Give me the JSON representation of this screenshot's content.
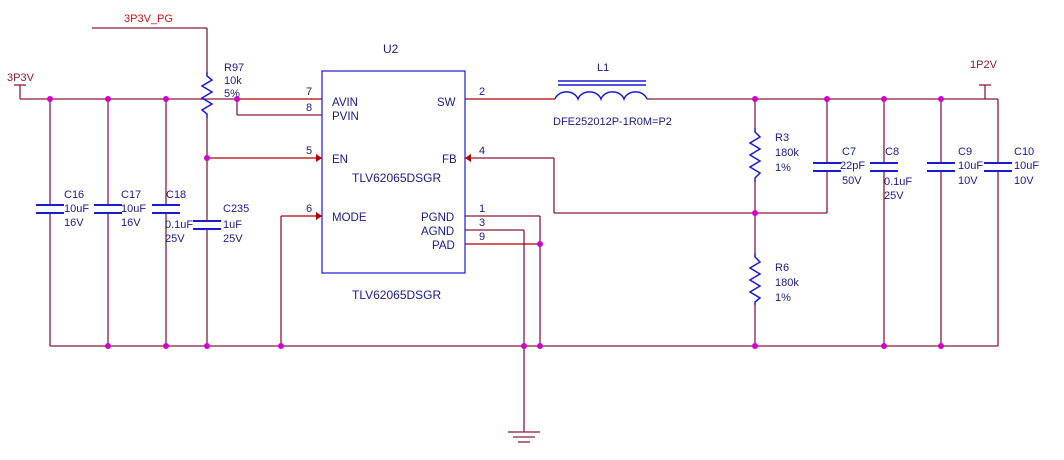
{
  "nets": {
    "input": "3P3V",
    "output": "1P2V",
    "power_good": "3P3V_PG"
  },
  "u2": {
    "ref": "U2",
    "part": "TLV62065DSGR",
    "part_below": "TLV62065DSGR",
    "pins": [
      {
        "name": "AVIN",
        "num": "7"
      },
      {
        "name": "PVIN",
        "num": "8"
      },
      {
        "name": "EN",
        "num": "5"
      },
      {
        "name": "MODE",
        "num": "6"
      },
      {
        "name": "SW",
        "num": "2"
      },
      {
        "name": "FB",
        "num": "4"
      },
      {
        "name": "PGND",
        "num": "1"
      },
      {
        "name": "AGND",
        "num": "3"
      },
      {
        "name": "PAD",
        "num": "9"
      }
    ]
  },
  "r97": {
    "ref": "R97",
    "value": "10k",
    "tol": "5%"
  },
  "l1": {
    "ref": "L1",
    "value": "DFE252012P-1R0M=P2"
  },
  "r3": {
    "ref": "R3",
    "value": "180k",
    "tol": "1%"
  },
  "r6": {
    "ref": "R6",
    "value": "180k",
    "tol": "1%"
  },
  "caps": [
    {
      "ref": "C16",
      "value": "10uF",
      "volt": "16V"
    },
    {
      "ref": "C17",
      "value": "10uF",
      "volt": "16V"
    },
    {
      "ref": "C18",
      "value": "0.1uF",
      "volt": "25V"
    },
    {
      "ref": "C235",
      "value": "1uF",
      "volt": "25V"
    },
    {
      "ref": "C7",
      "value": "22pF",
      "volt": "50V"
    },
    {
      "ref": "C8",
      "value": "0.1uF",
      "volt": "25V"
    },
    {
      "ref": "C9",
      "value": "10uF",
      "volt": "10V"
    },
    {
      "ref": "C10",
      "value": "10uF",
      "volt": "10V"
    }
  ],
  "colors": {
    "wire": "#8b1a3a",
    "component": "#1a1ad0",
    "junction": "#d000d0",
    "pin": "#b00000",
    "net_label": "#d01010"
  }
}
